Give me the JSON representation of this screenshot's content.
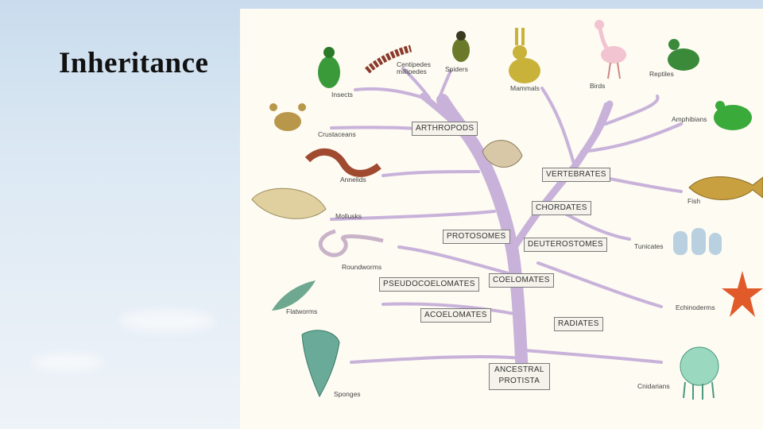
{
  "slide": {
    "title": "Inheritance"
  },
  "tree": {
    "groups": {
      "arthropods": "ARTHROPODS",
      "vertebrates": "VERTEBRATES",
      "chordates": "CHORDATES",
      "protostomes": "PROTOSOMES",
      "deuterostomes": "DEUTEROSTOMES",
      "coelomates": "COELOMATES",
      "pseudocoelomates": "PSEUDOCOELOMATES",
      "acoelomates": "ACOELOMATES",
      "radiates": "RADIATES",
      "root": "ANCESTRAL\nPROTISTA"
    },
    "organisms": {
      "insects": "Insects",
      "centipedes": "Centipedes\nmillipedes",
      "spiders": "Spiders",
      "mammals": "Mammals",
      "birds": "Birds",
      "reptiles": "Reptiles",
      "amphibians": "Amphibians",
      "crustaceans": "Crustaceans",
      "annelids": "Annelids",
      "mollusks": "Mollusks",
      "fish": "Fish",
      "tunicates": "Tunicates",
      "roundworms": "Roundworms",
      "flatworms": "Flatworms",
      "echinoderms": "Echinoderms",
      "sponges": "Sponges",
      "cnidarians": "Cnidarians"
    }
  },
  "colors": {
    "branch": "#c8b2da",
    "branch_edge": "#a58bbd",
    "panel": "#fdfbf2"
  }
}
